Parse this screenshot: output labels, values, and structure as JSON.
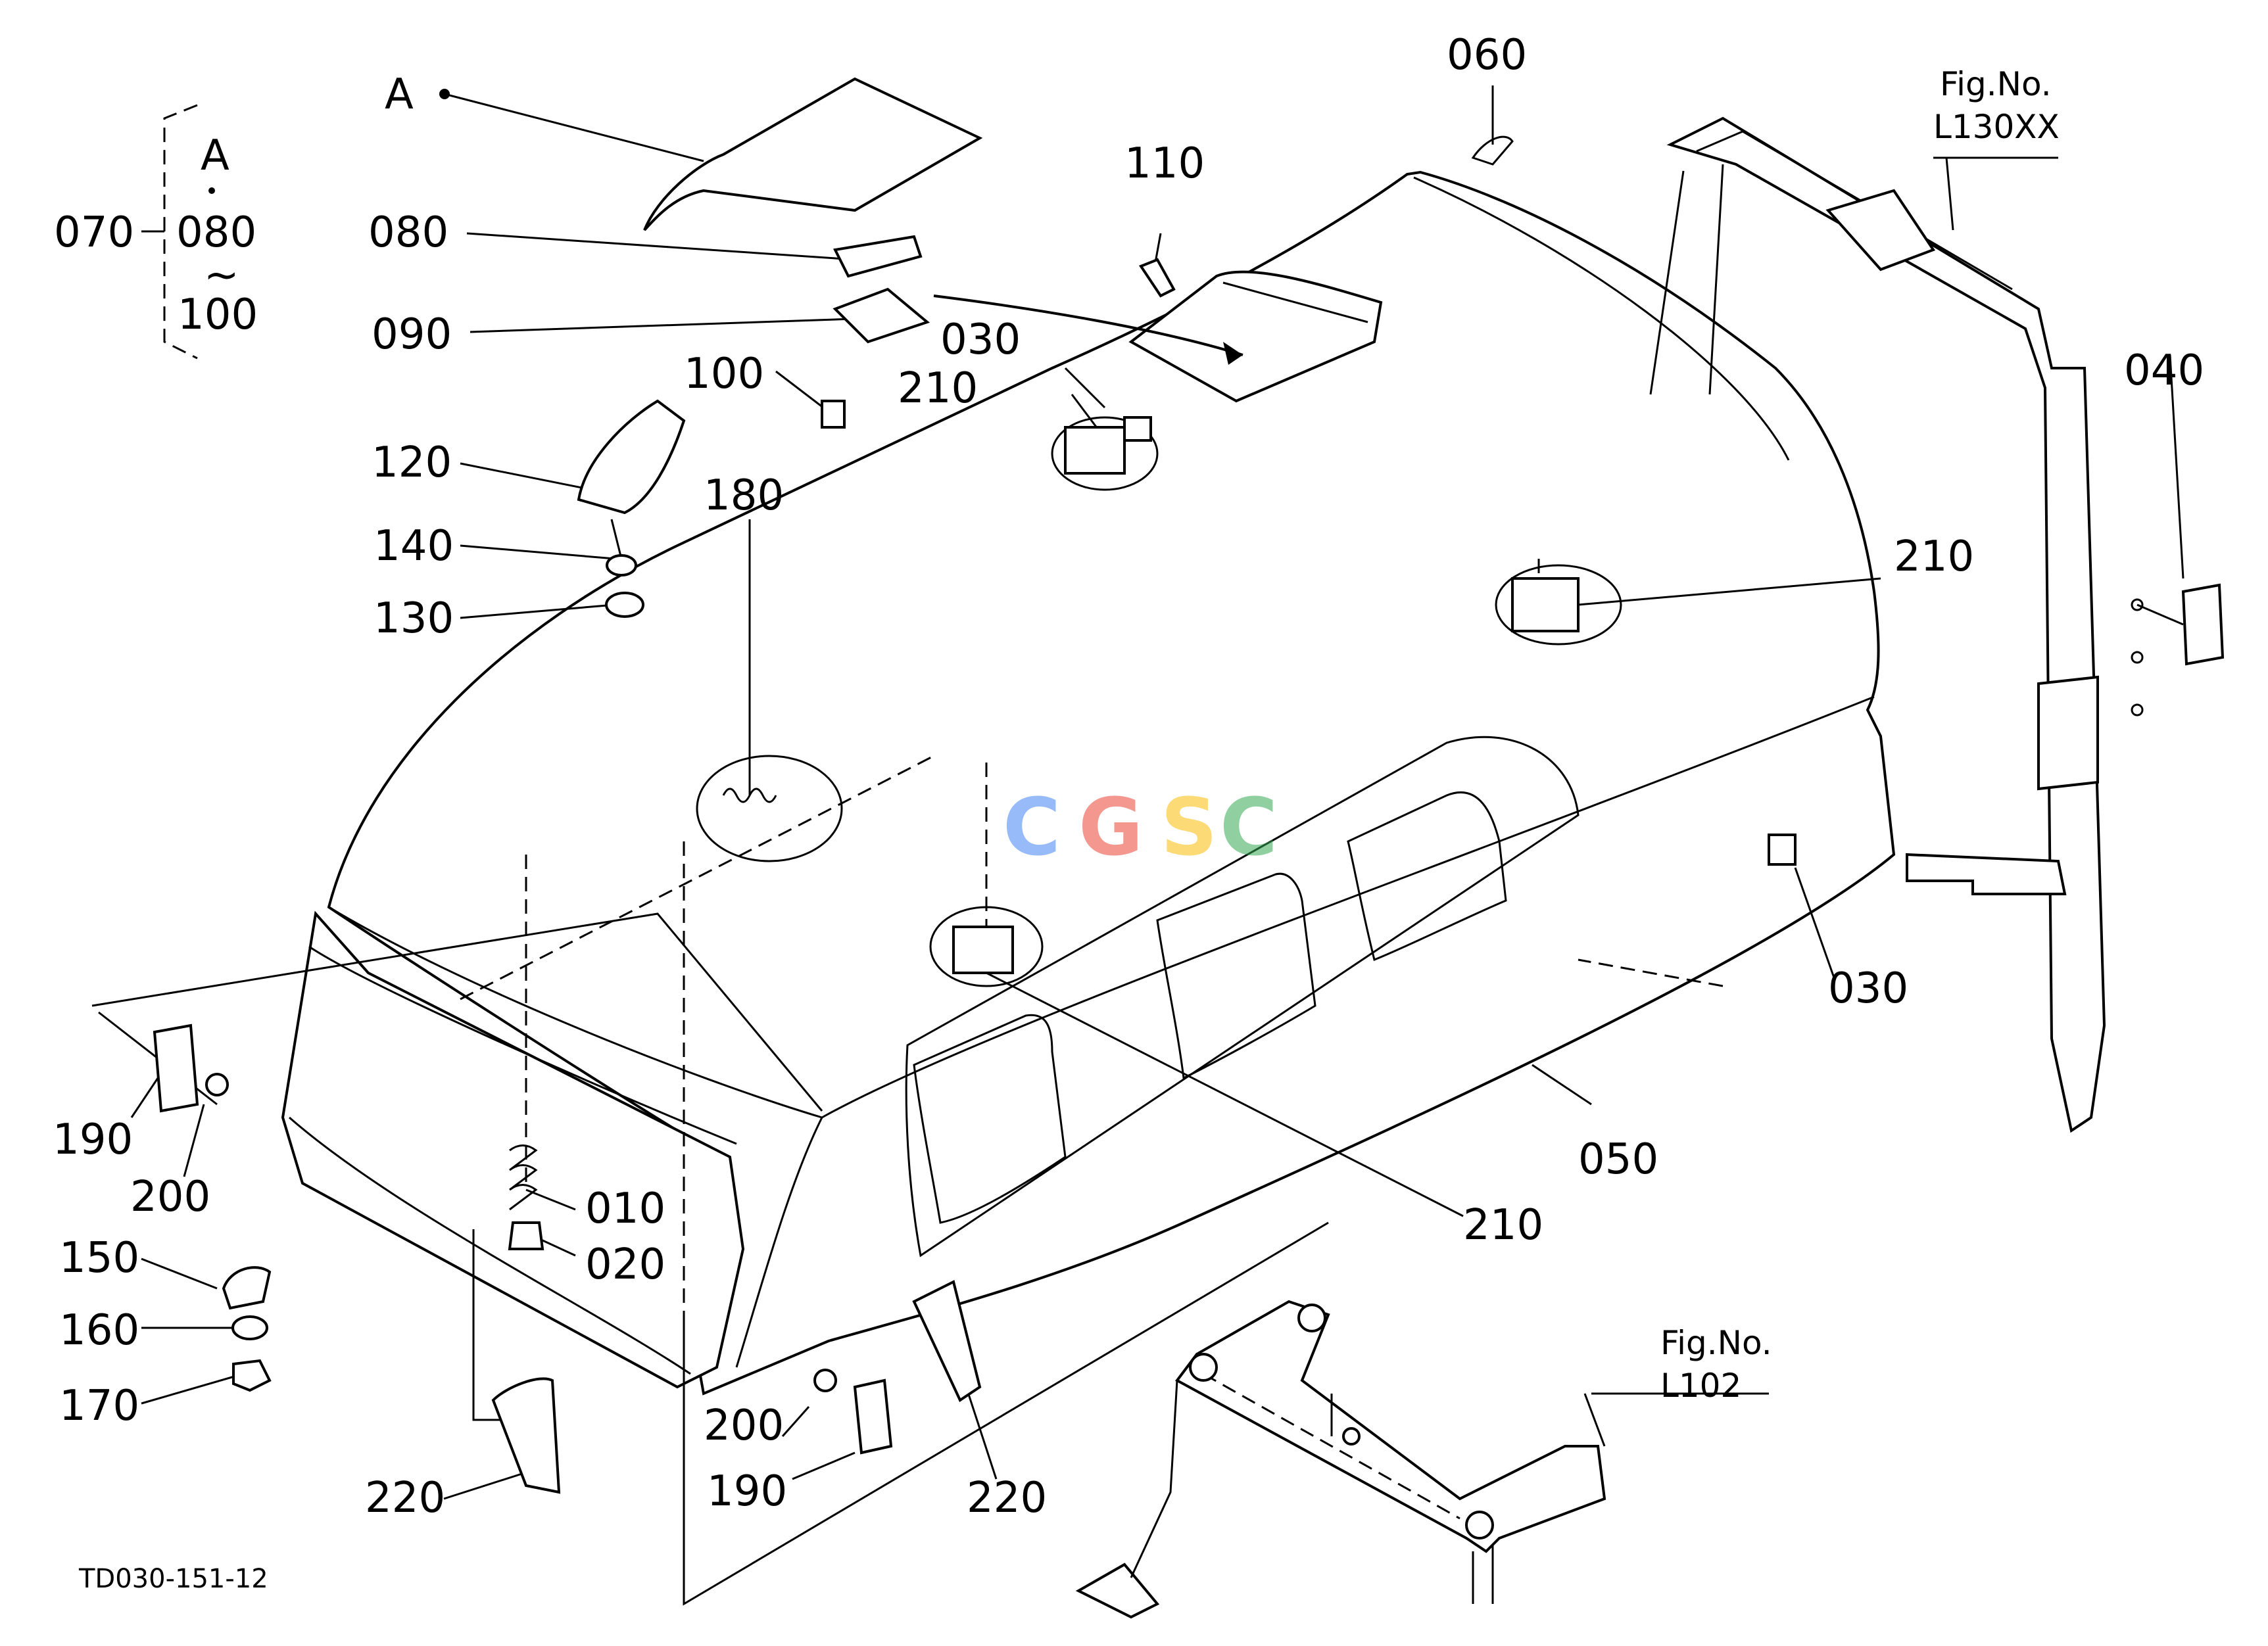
{
  "diagram": {
    "group_label": {
      "ref": "070",
      "items": [
        "A",
        "080",
        "~",
        "100"
      ]
    },
    "marker_a": "A",
    "callouts": {
      "c010": "010",
      "c020": "020",
      "c030_top": "030",
      "c030_right": "030",
      "c040": "040",
      "c050": "050",
      "c060": "060",
      "c080": "080",
      "c090": "090",
      "c100": "100",
      "c110": "110",
      "c120": "120",
      "c130": "130",
      "c140": "140",
      "c150": "150",
      "c160": "160",
      "c170": "170",
      "c180": "180",
      "c190_left": "190",
      "c190_bottom": "190",
      "c200_left": "200",
      "c200_bottom": "200",
      "c210_top": "210",
      "c210_right": "210",
      "c210_bottom": "210",
      "c220_left": "220",
      "c220_bottom": "220"
    },
    "figure_refs": {
      "rops": {
        "line1": "Fig.No.",
        "line2": "L130XX"
      },
      "frame": {
        "line1": "Fig.No.",
        "line2": "L102"
      }
    },
    "drawing_code": "TD030-151-12",
    "watermark": {
      "text": "CGSC",
      "letter_colors": [
        "#4285F4",
        "#EA4335",
        "#FBBC05",
        "#34A853"
      ]
    }
  }
}
